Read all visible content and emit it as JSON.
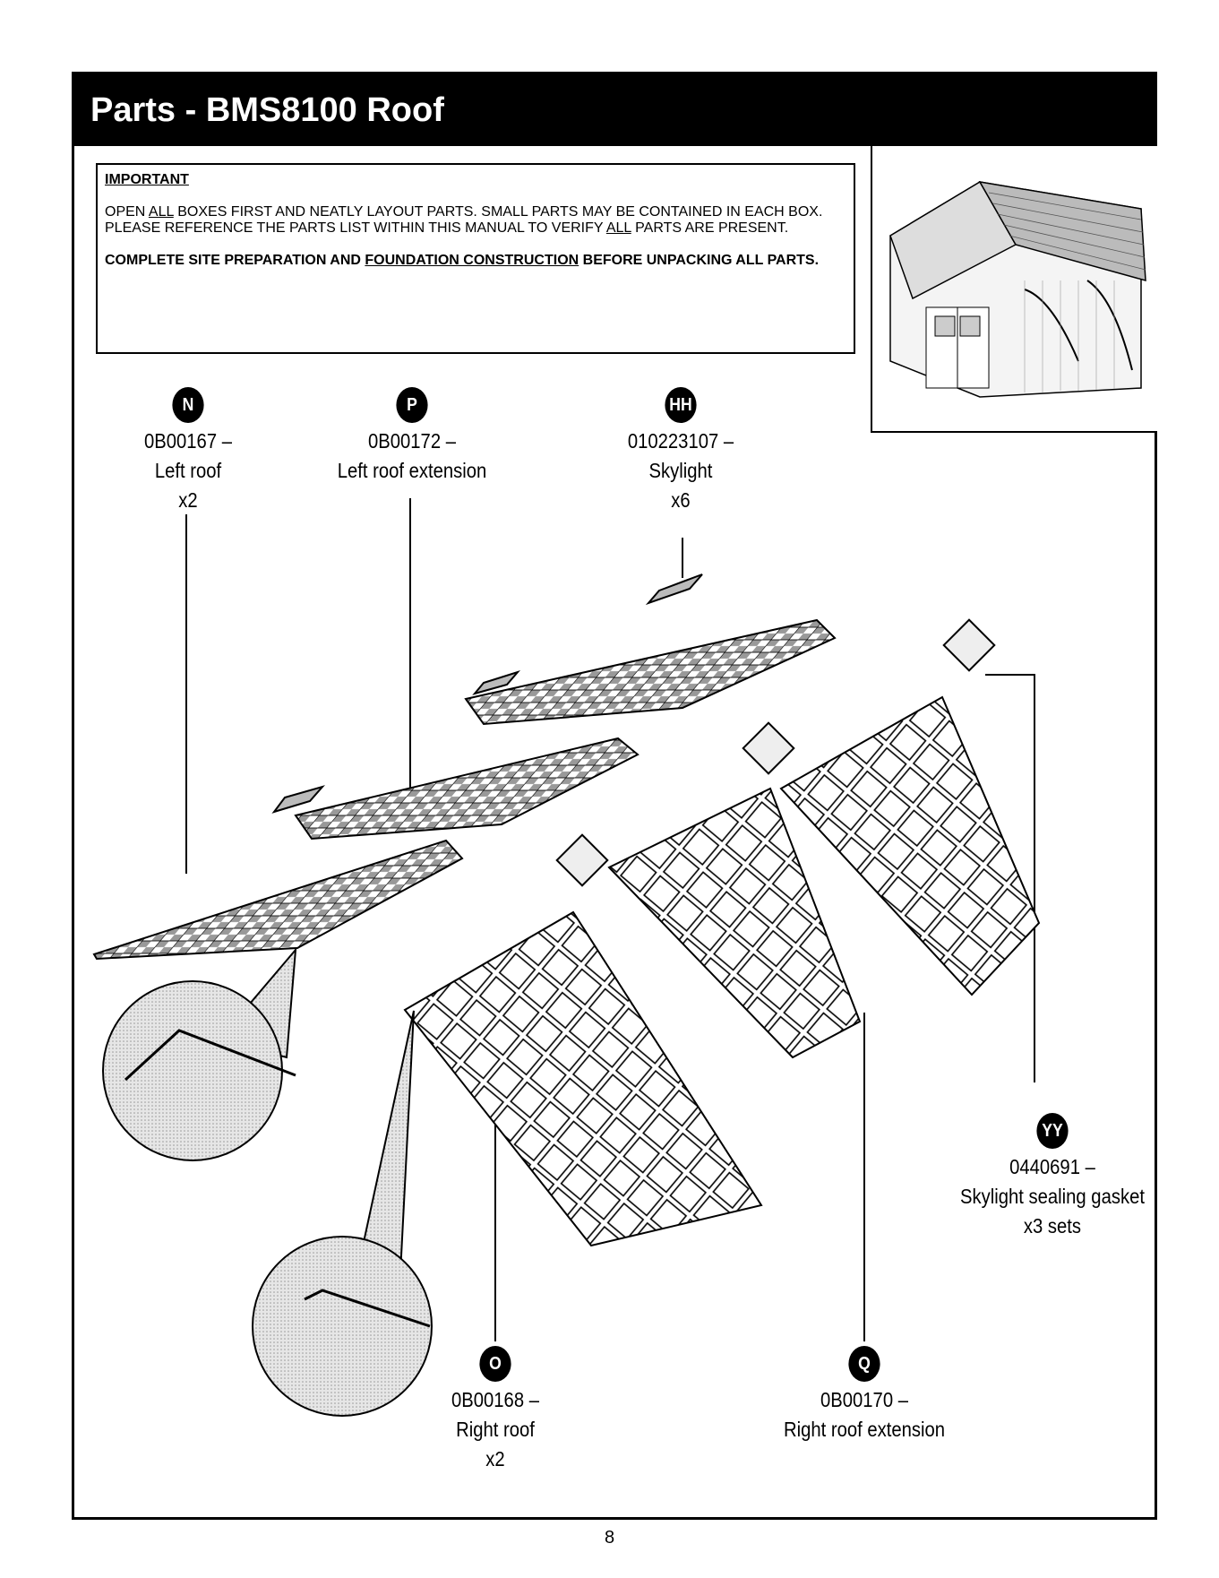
{
  "title": "Parts - BMS8100 Roof",
  "notice": {
    "heading": "IMPORTANT",
    "para1_a": "OPEN ",
    "para1_all": "ALL",
    "para1_b": " BOXES FIRST AND NEATLY LAYOUT PARTS. SMALL PARTS MAY BE CONTAINED IN EACH BOX. PLEASE REFERENCE THE PARTS LIST WITHIN THIS MANUAL TO VERIFY ",
    "para1_all2": "ALL",
    "para1_c": " PARTS ARE PRESENT.",
    "para2_a": "COMPLETE SITE PREPARATION AND ",
    "para2_u": "FOUNDATION CONSTRUCTION",
    "para2_b": " BEFORE UNPACKING ALL PARTS."
  },
  "parts": [
    {
      "key": "N",
      "code": "0B00167 –",
      "name": "Left roof",
      "qty": "x2"
    },
    {
      "key": "P",
      "code": "0B00172 –",
      "name": "Left roof extension",
      "qty": ""
    },
    {
      "key": "HH",
      "code": "010223107 –",
      "name": "Skylight",
      "qty": "x6"
    },
    {
      "key": "YY",
      "code": "0440691 –",
      "name": "Skylight sealing gasket",
      "qty": "x3 sets"
    },
    {
      "key": "O",
      "code": "0B00168 –",
      "name": "Right roof",
      "qty": "x2"
    },
    {
      "key": "Q",
      "code": "0B00170 –",
      "name": "Right roof extension",
      "qty": ""
    }
  ],
  "page_number": "8"
}
